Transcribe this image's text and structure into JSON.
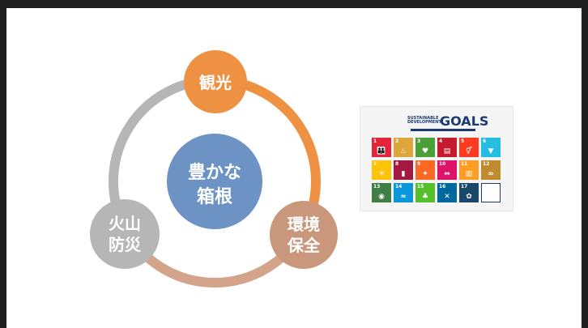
{
  "diagram": {
    "center": {
      "line1": "豊かな",
      "line2": "箱根",
      "color": "#6d93c5"
    },
    "nodes": [
      {
        "id": "kanko",
        "line1": "観光",
        "line2": "",
        "color": "#ee9143"
      },
      {
        "id": "kankyo",
        "line1": "環境",
        "line2": "保全",
        "color": "#c9977b"
      },
      {
        "id": "kazan",
        "line1": "火山",
        "line2": "防災",
        "color": "#b6b6b6"
      }
    ],
    "arcs": [
      {
        "from": "kanko",
        "to": "kankyo",
        "color": "#ee9143"
      },
      {
        "from": "kankyo",
        "to": "kazan",
        "color": "#d3a489"
      },
      {
        "from": "kazan",
        "to": "kanko",
        "color": "#b6b6b6"
      }
    ]
  },
  "sdgs": {
    "heading_line1": "SUSTAINABLE",
    "heading_line2": "DEVELOPMENT",
    "goals_word": "GOALS",
    "tiles": [
      {
        "n": "1",
        "color": "#e5243b",
        "glyph": "👪"
      },
      {
        "n": "2",
        "color": "#dda63a",
        "glyph": "♨"
      },
      {
        "n": "3",
        "color": "#4c9f38",
        "glyph": "♥"
      },
      {
        "n": "4",
        "color": "#c5192d",
        "glyph": "▤"
      },
      {
        "n": "5",
        "color": "#ff3a21",
        "glyph": "⚥"
      },
      {
        "n": "6",
        "color": "#26bde2",
        "glyph": "▼"
      },
      {
        "n": "7",
        "color": "#fcc30b",
        "glyph": "☀"
      },
      {
        "n": "8",
        "color": "#a21942",
        "glyph": "▮"
      },
      {
        "n": "9",
        "color": "#fd6925",
        "glyph": "✦"
      },
      {
        "n": "10",
        "color": "#dd1367",
        "glyph": "⇔"
      },
      {
        "n": "11",
        "color": "#fd9d24",
        "glyph": "▥"
      },
      {
        "n": "12",
        "color": "#bf8b2e",
        "glyph": "∞"
      },
      {
        "n": "13",
        "color": "#3f7e44",
        "glyph": "◉"
      },
      {
        "n": "14",
        "color": "#0a97d9",
        "glyph": "≈"
      },
      {
        "n": "15",
        "color": "#56c02b",
        "glyph": "♣"
      },
      {
        "n": "16",
        "color": "#00689d",
        "glyph": "✕"
      },
      {
        "n": "17",
        "color": "#19486a",
        "glyph": "✿"
      },
      {
        "n": "",
        "color": "#ffffff",
        "glyph": ""
      }
    ]
  }
}
